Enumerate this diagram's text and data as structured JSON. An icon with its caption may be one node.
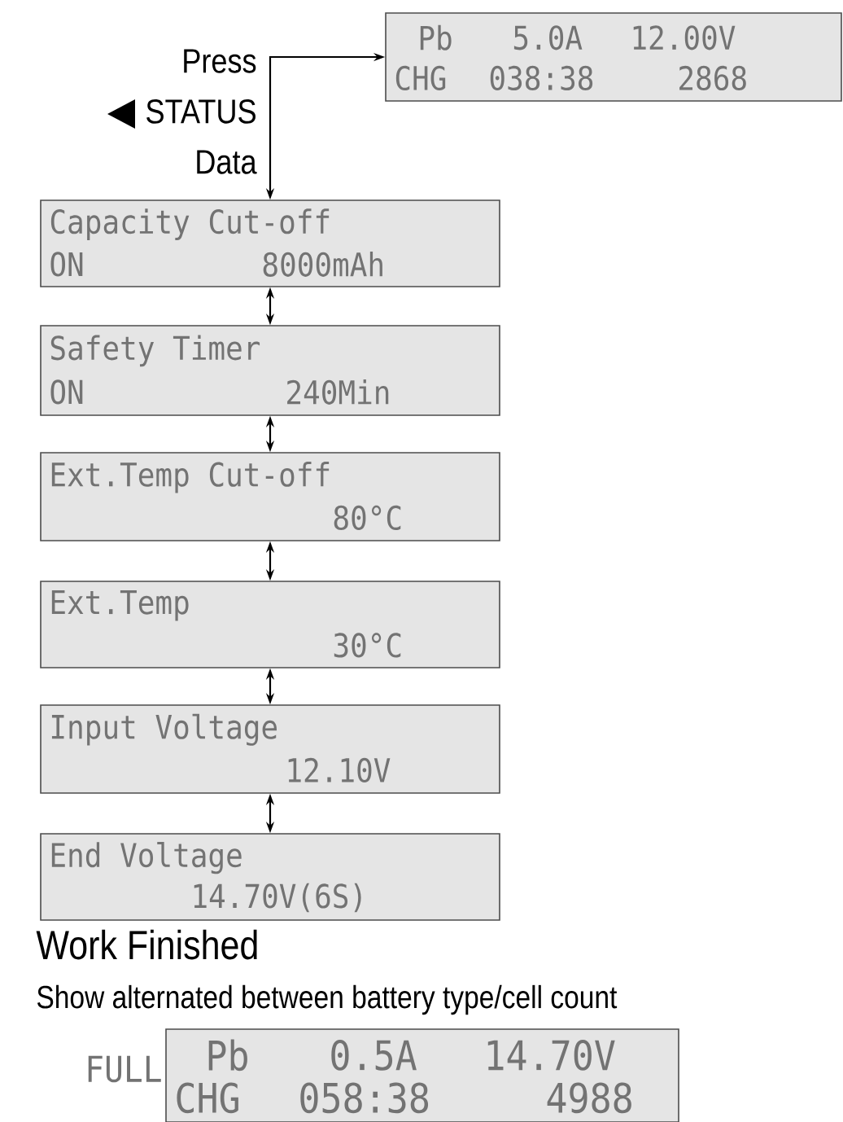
{
  "diagram": {
    "nodes": [
      {
        "text": [
          "Pb",
          "5.0A",
          "12.00V",
          "CHG",
          "038:38",
          "2868"
        ]
      },
      {
        "text": [
          "Capacity Cut-off",
          "ON",
          "8000mAh"
        ]
      },
      {
        "text": [
          "Safety Timer",
          "ON",
          "240Min"
        ]
      },
      {
        "text": [
          "Ext.Temp Cut-off",
          "80°C"
        ]
      },
      {
        "text": [
          "Ext.Temp",
          "30°C"
        ]
      },
      {
        "text": [
          "Input Voltage",
          "12.10V"
        ]
      },
      {
        "text": [
          "End Voltage",
          "14.70V(6S)"
        ]
      },
      {
        "text": [
          "Pb",
          "0.5A",
          "14.70V",
          "CHG",
          "058:38",
          "4988"
        ],
        "beside": [
          "FULL"
        ]
      }
    ],
    "edges": [
      {
        "from": 0,
        "to": 1,
        "arrow": "both",
        "label": "Press STATUS Data"
      },
      {
        "from": 1,
        "to": 2,
        "arrow": "both"
      },
      {
        "from": 2,
        "to": 3,
        "arrow": "both"
      },
      {
        "from": 3,
        "to": 4,
        "arrow": "both"
      },
      {
        "from": 4,
        "to": 5,
        "arrow": "both"
      },
      {
        "from": 5,
        "to": 6,
        "arrow": "both"
      }
    ],
    "labels": [
      "Work Finished",
      "Show alternated between battery type/cell count"
    ]
  }
}
